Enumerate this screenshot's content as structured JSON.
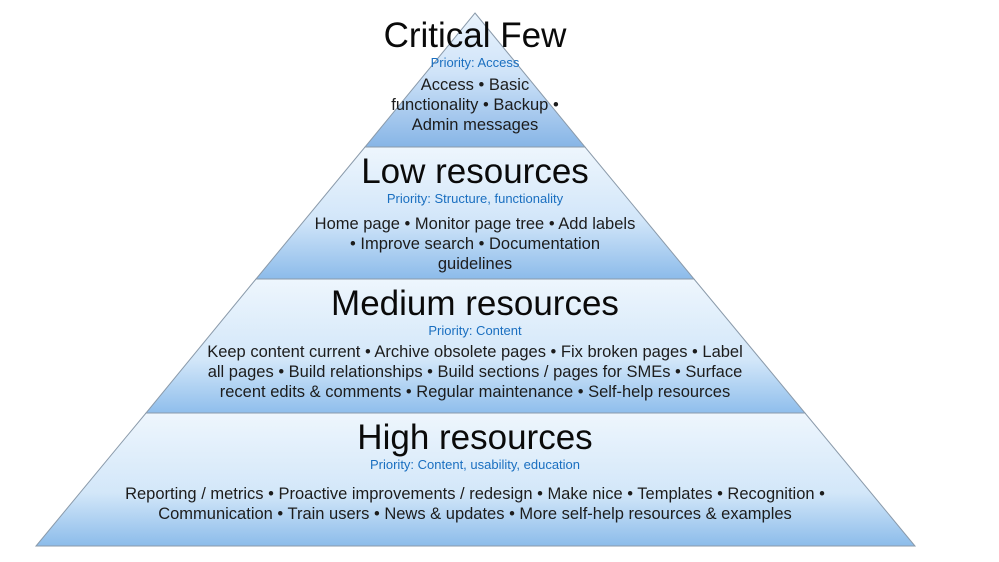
{
  "pyramid": {
    "tiers": [
      {
        "title": "Critical Few",
        "priority": "Priority: Access",
        "items": [
          "Access • Basic",
          "functionality • Backup •",
          "Admin messages"
        ]
      },
      {
        "title": "Low resources",
        "priority": "Priority: Structure, functionality",
        "items": [
          "Home page • Monitor page tree • Add labels",
          "• Improve search • Documentation",
          "guidelines"
        ]
      },
      {
        "title": "Medium resources",
        "priority": "Priority: Content",
        "items": [
          "Keep content current • Archive obsolete pages • Fix broken pages • Label",
          "all pages • Build relationships • Build sections / pages for SMEs • Surface",
          "recent edits & comments • Regular maintenance • Self-help resources"
        ]
      },
      {
        "title": "High resources",
        "priority": "Priority: Content, usability, education",
        "items": [
          "Reporting / metrics • Proactive improvements / redesign • Make nice • Templates • Recognition •",
          "Communication • Train users • News & updates • More self-help resources & examples"
        ]
      }
    ],
    "colors": {
      "fill_top": "#7eb1e6",
      "fill_bottom": "#e6f2fc",
      "stroke": "#8a9aaa",
      "priority_text": "#1a6fc0"
    }
  }
}
